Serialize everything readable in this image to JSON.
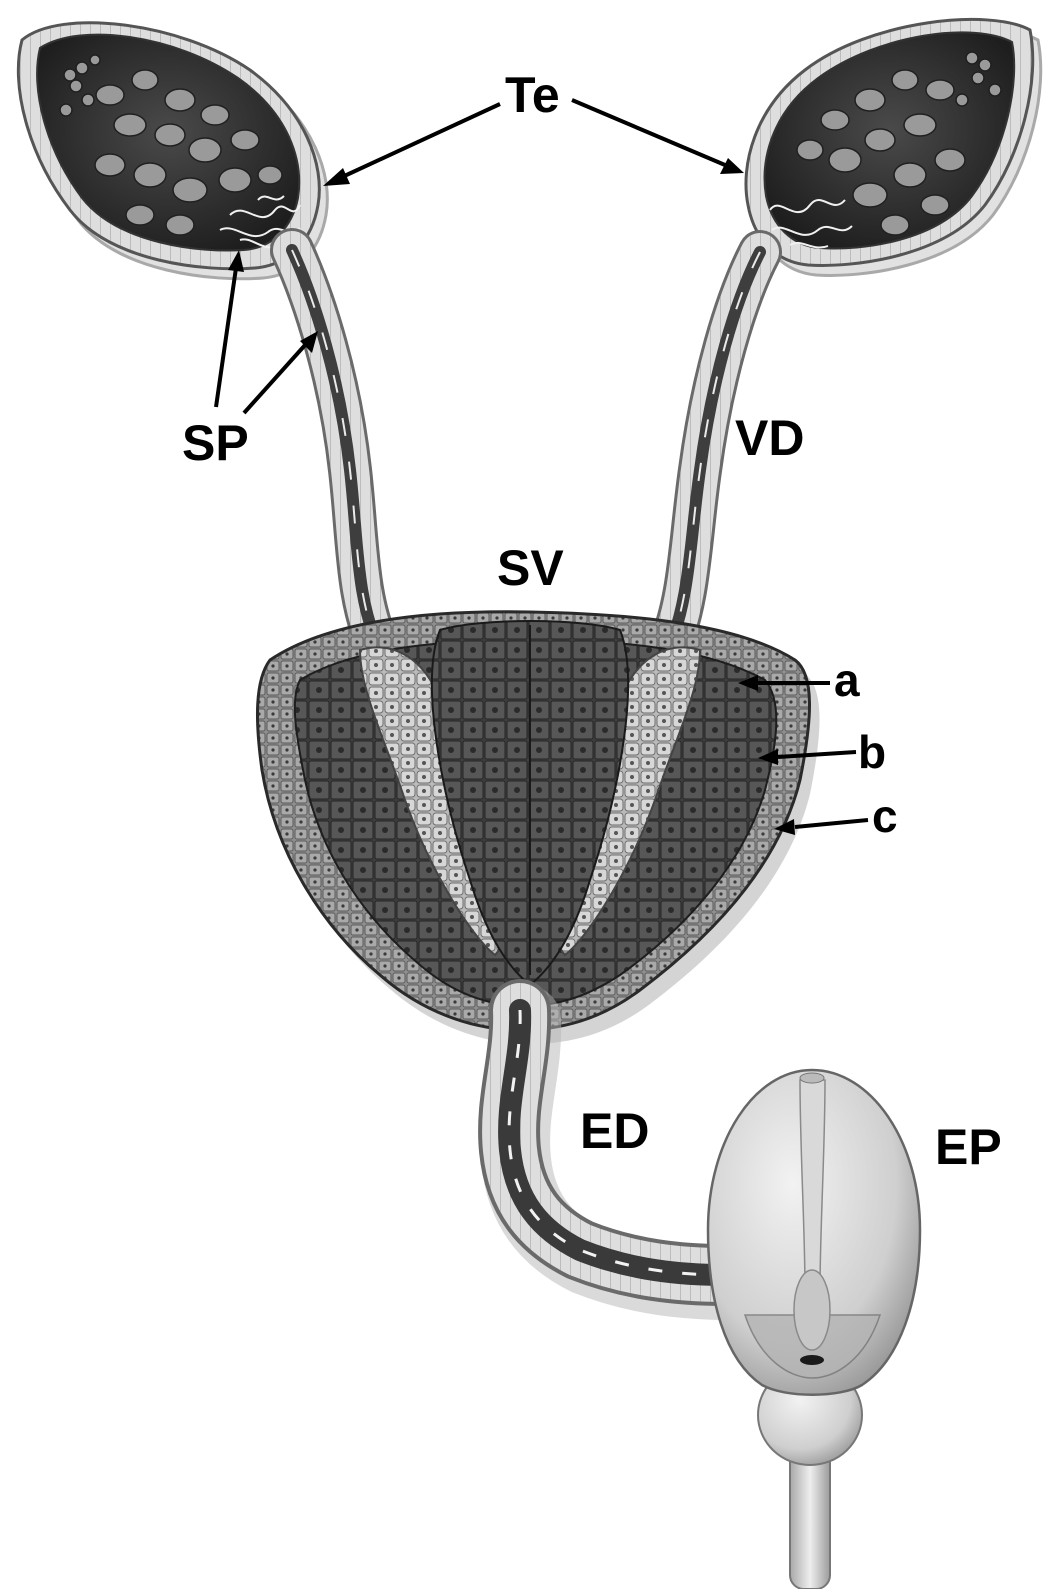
{
  "labels": {
    "te": "Te",
    "sp": "SP",
    "vd": "VD",
    "sv": "SV",
    "a": "a",
    "b": "b",
    "c": "c",
    "ed": "ED",
    "ep": "EP"
  },
  "colors": {
    "background": "#ffffff",
    "tissue_dark": "#3a3a3a",
    "tissue_mid": "#7a7a7a",
    "tissue_light": "#c8c8c8",
    "wall": "#e4e4e4",
    "ink": "#000000"
  }
}
